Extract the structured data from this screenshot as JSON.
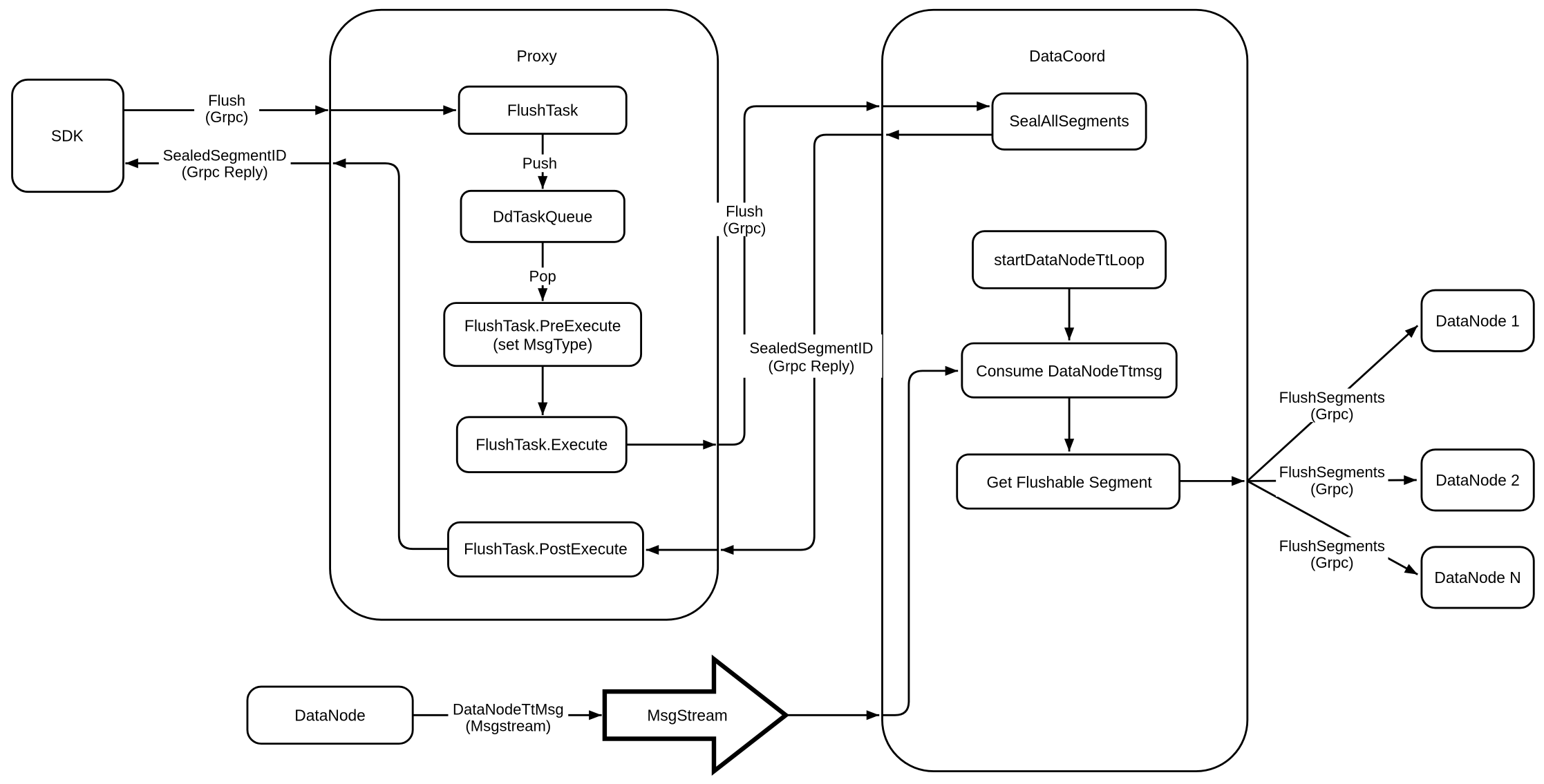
{
  "containers": {
    "proxy": "Proxy",
    "datacoord": "DataCoord"
  },
  "nodes": {
    "sdk": "SDK",
    "flush_task": "FlushTask",
    "dd_task_queue": "DdTaskQueue",
    "pre_execute": [
      "FlushTask.PreExecute",
      "(set MsgType)"
    ],
    "execute": "FlushTask.Execute",
    "post_execute": "FlushTask.PostExecute",
    "seal_all_segments": "SealAllSegments",
    "start_datanode_tt_loop": "startDataNodeTtLoop",
    "consume_datanode_ttmsg": "Consume DataNodeTtmsg",
    "get_flushable_segment": "Get Flushable Segment",
    "datanode_1": "DataNode 1",
    "datanode_2": "DataNode 2",
    "datanode_n": "DataNode N",
    "datanode": "DataNode",
    "msgstream": "MsgStream"
  },
  "edge_labels": {
    "flush_request": [
      "Flush",
      "(Grpc)"
    ],
    "sealed_reply": [
      "SealedSegmentID",
      "(Grpc Reply)"
    ],
    "push": "Push",
    "pop": "Pop",
    "flush_internal": [
      "Flush",
      "(Grpc)"
    ],
    "sealed_internal": [
      "SealedSegmentID",
      "(Grpc Reply)"
    ],
    "flush_segments_1": [
      "FlushSegments",
      "(Grpc)"
    ],
    "flush_segments_2": [
      "FlushSegments",
      "(Grpc)"
    ],
    "flush_segments_3": [
      "FlushSegments",
      "(Grpc)"
    ],
    "datanode_ttmsg": [
      "DataNodeTtMsg",
      "(Msgstream)"
    ]
  },
  "colors": {
    "stroke": "#000000",
    "background": "#ffffff"
  }
}
